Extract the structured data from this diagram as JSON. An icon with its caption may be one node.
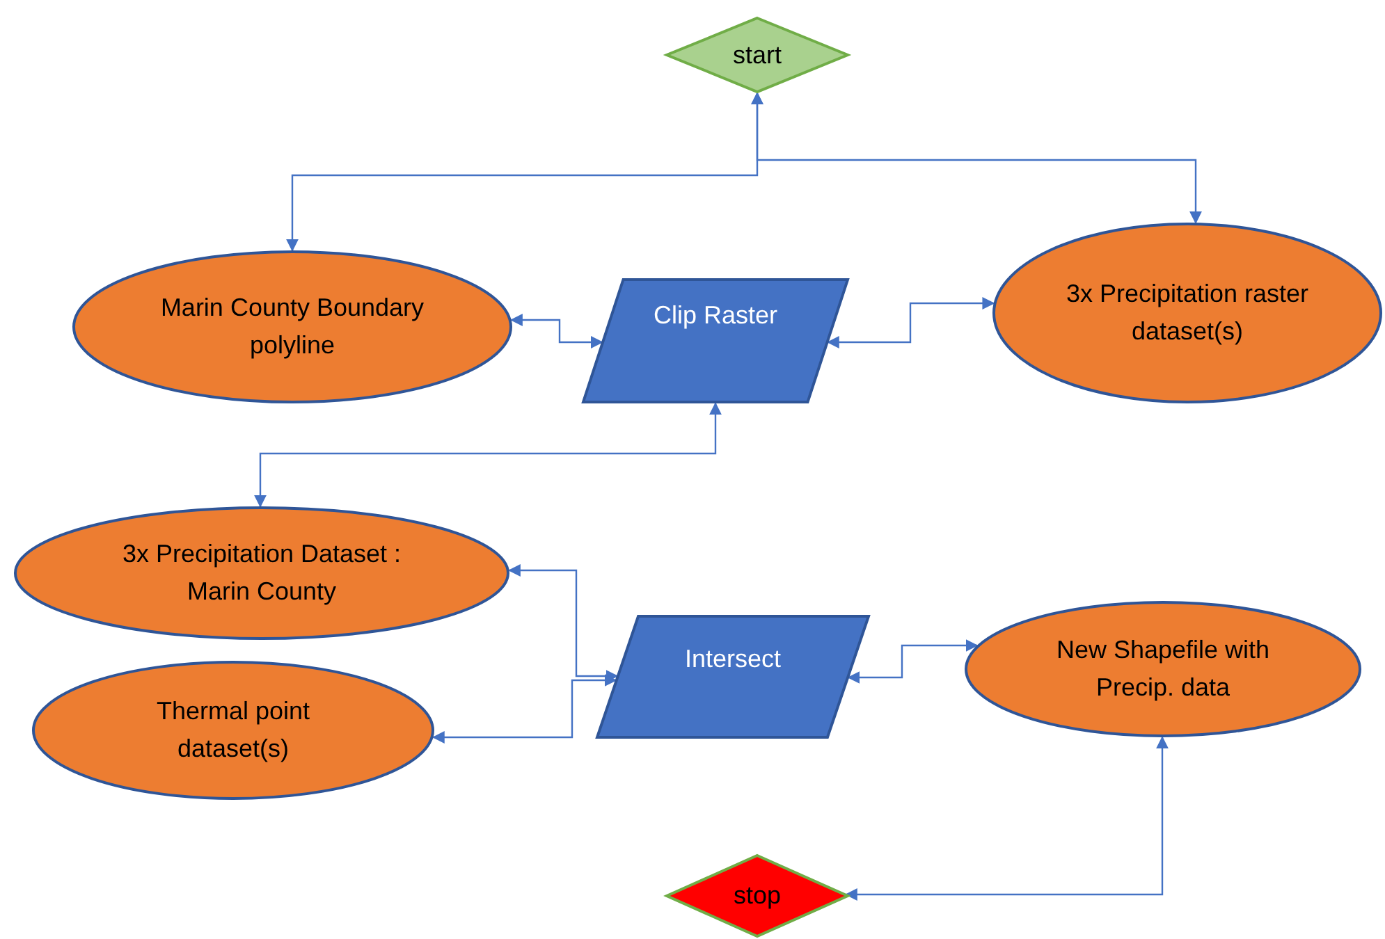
{
  "diagram": {
    "nodes": [
      {
        "text": [
          "start"
        ]
      },
      {
        "text": [
          "Marin County Boundary polyline"
        ]
      },
      {
        "text": [
          "Clip Raster"
        ]
      },
      {
        "text": [
          "3x Precipitation raster dataset(s)"
        ]
      },
      {
        "text": [
          "3x Precipitation Dataset : Marin County"
        ]
      },
      {
        "text": [
          "Intersect"
        ]
      },
      {
        "text": [
          "Thermal point dataset(s)"
        ]
      },
      {
        "text": [
          "New Shapefile with Precip. data"
        ]
      },
      {
        "text": [
          "stop"
        ]
      }
    ],
    "edges": [
      {
        "from": 0,
        "to": 1,
        "arrow": "both"
      },
      {
        "from": 0,
        "to": 3,
        "arrow": "both"
      },
      {
        "from": 1,
        "to": 2,
        "arrow": "both"
      },
      {
        "from": 2,
        "to": 3,
        "arrow": "both"
      },
      {
        "from": 2,
        "to": 4,
        "arrow": "both"
      },
      {
        "from": 4,
        "to": 5,
        "arrow": "both"
      },
      {
        "from": 6,
        "to": 5,
        "arrow": "both"
      },
      {
        "from": 5,
        "to": 7,
        "arrow": "both"
      },
      {
        "from": 7,
        "to": 8,
        "arrow": "both"
      }
    ]
  }
}
